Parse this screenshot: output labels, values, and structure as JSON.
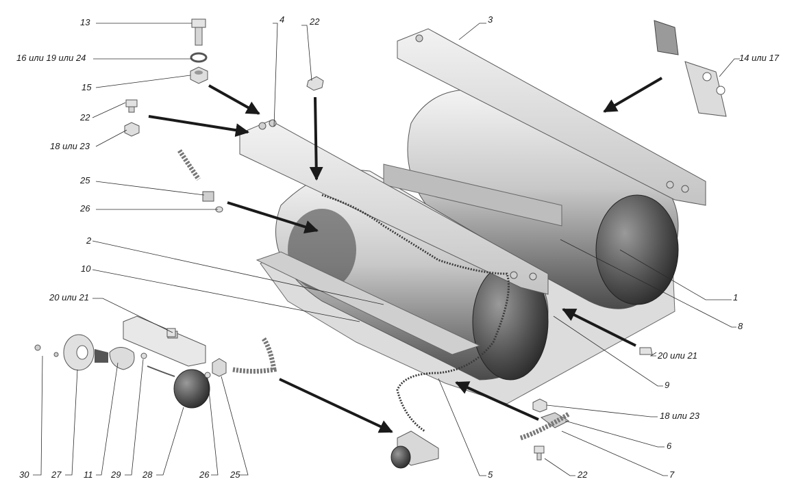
{
  "colors": {
    "background": "#ffffff",
    "part_light": "#e6e6e6",
    "part_mid": "#b5b5b5",
    "part_dark": "#3c3c3c",
    "arrow": "#1a1a1a",
    "leader": "#2a2a2a"
  },
  "callouts": [
    {
      "id": "c13",
      "text": "13"
    },
    {
      "id": "c16",
      "text": "16 или 19 или 24"
    },
    {
      "id": "c15",
      "text": "15"
    },
    {
      "id": "c22a",
      "text": "22"
    },
    {
      "id": "c18a",
      "text": "18 или 23"
    },
    {
      "id": "c25a",
      "text": "25"
    },
    {
      "id": "c26a",
      "text": "26"
    },
    {
      "id": "c2",
      "text": "2"
    },
    {
      "id": "c10",
      "text": "10"
    },
    {
      "id": "c20a",
      "text": "20 или 21"
    },
    {
      "id": "c4",
      "text": "4"
    },
    {
      "id": "c22b",
      "text": "22"
    },
    {
      "id": "c3",
      "text": "3"
    },
    {
      "id": "c14",
      "text": "14 или 17"
    },
    {
      "id": "c1",
      "text": "1"
    },
    {
      "id": "c8",
      "text": "8"
    },
    {
      "id": "c20b",
      "text": "20 или 21"
    },
    {
      "id": "c9",
      "text": "9"
    },
    {
      "id": "c18b",
      "text": "18 или 23"
    },
    {
      "id": "c6",
      "text": "6"
    },
    {
      "id": "c7",
      "text": "7"
    },
    {
      "id": "c22c",
      "text": "22"
    },
    {
      "id": "c5",
      "text": "5"
    },
    {
      "id": "c30",
      "text": "30"
    },
    {
      "id": "c27",
      "text": "27"
    },
    {
      "id": "c11",
      "text": "11"
    },
    {
      "id": "c29",
      "text": "29"
    },
    {
      "id": "c28",
      "text": "28"
    },
    {
      "id": "c26b",
      "text": "26"
    },
    {
      "id": "c25b",
      "text": "25"
    }
  ]
}
